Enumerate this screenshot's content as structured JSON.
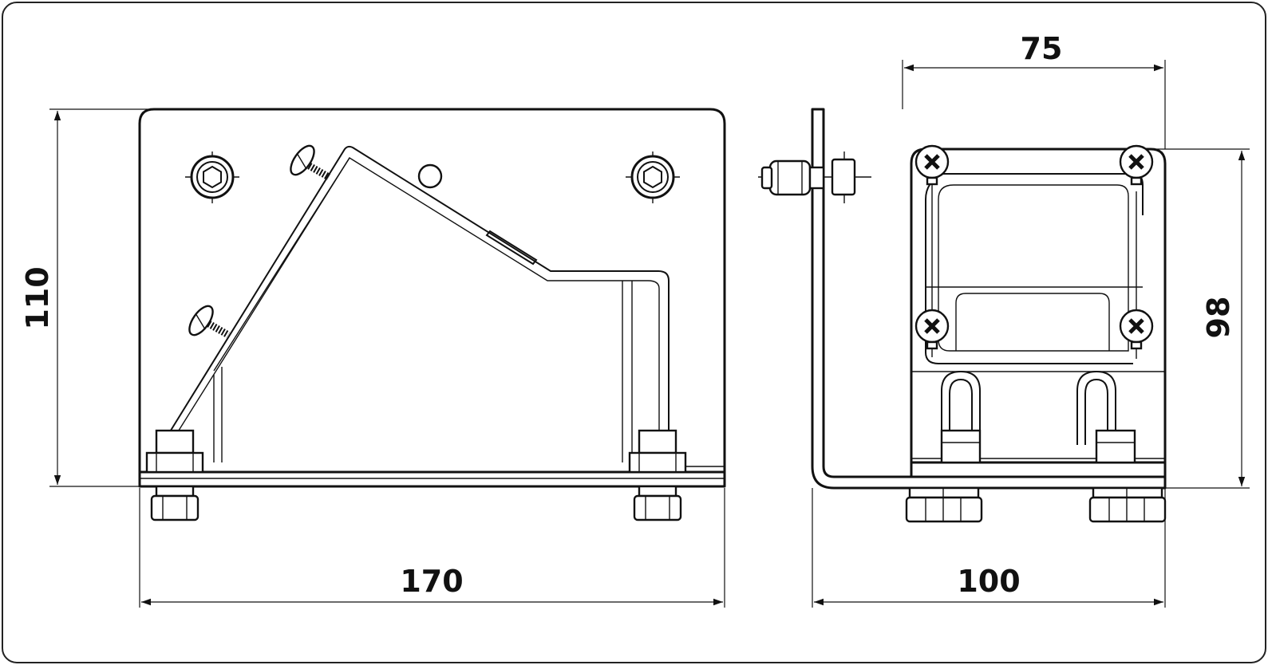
{
  "dimensions": {
    "front_width": "170",
    "front_height": "110",
    "side_width": "100",
    "side_top_width": "75",
    "side_height": "98"
  },
  "colors": {
    "line": "#111111",
    "background": "#ffffff"
  }
}
